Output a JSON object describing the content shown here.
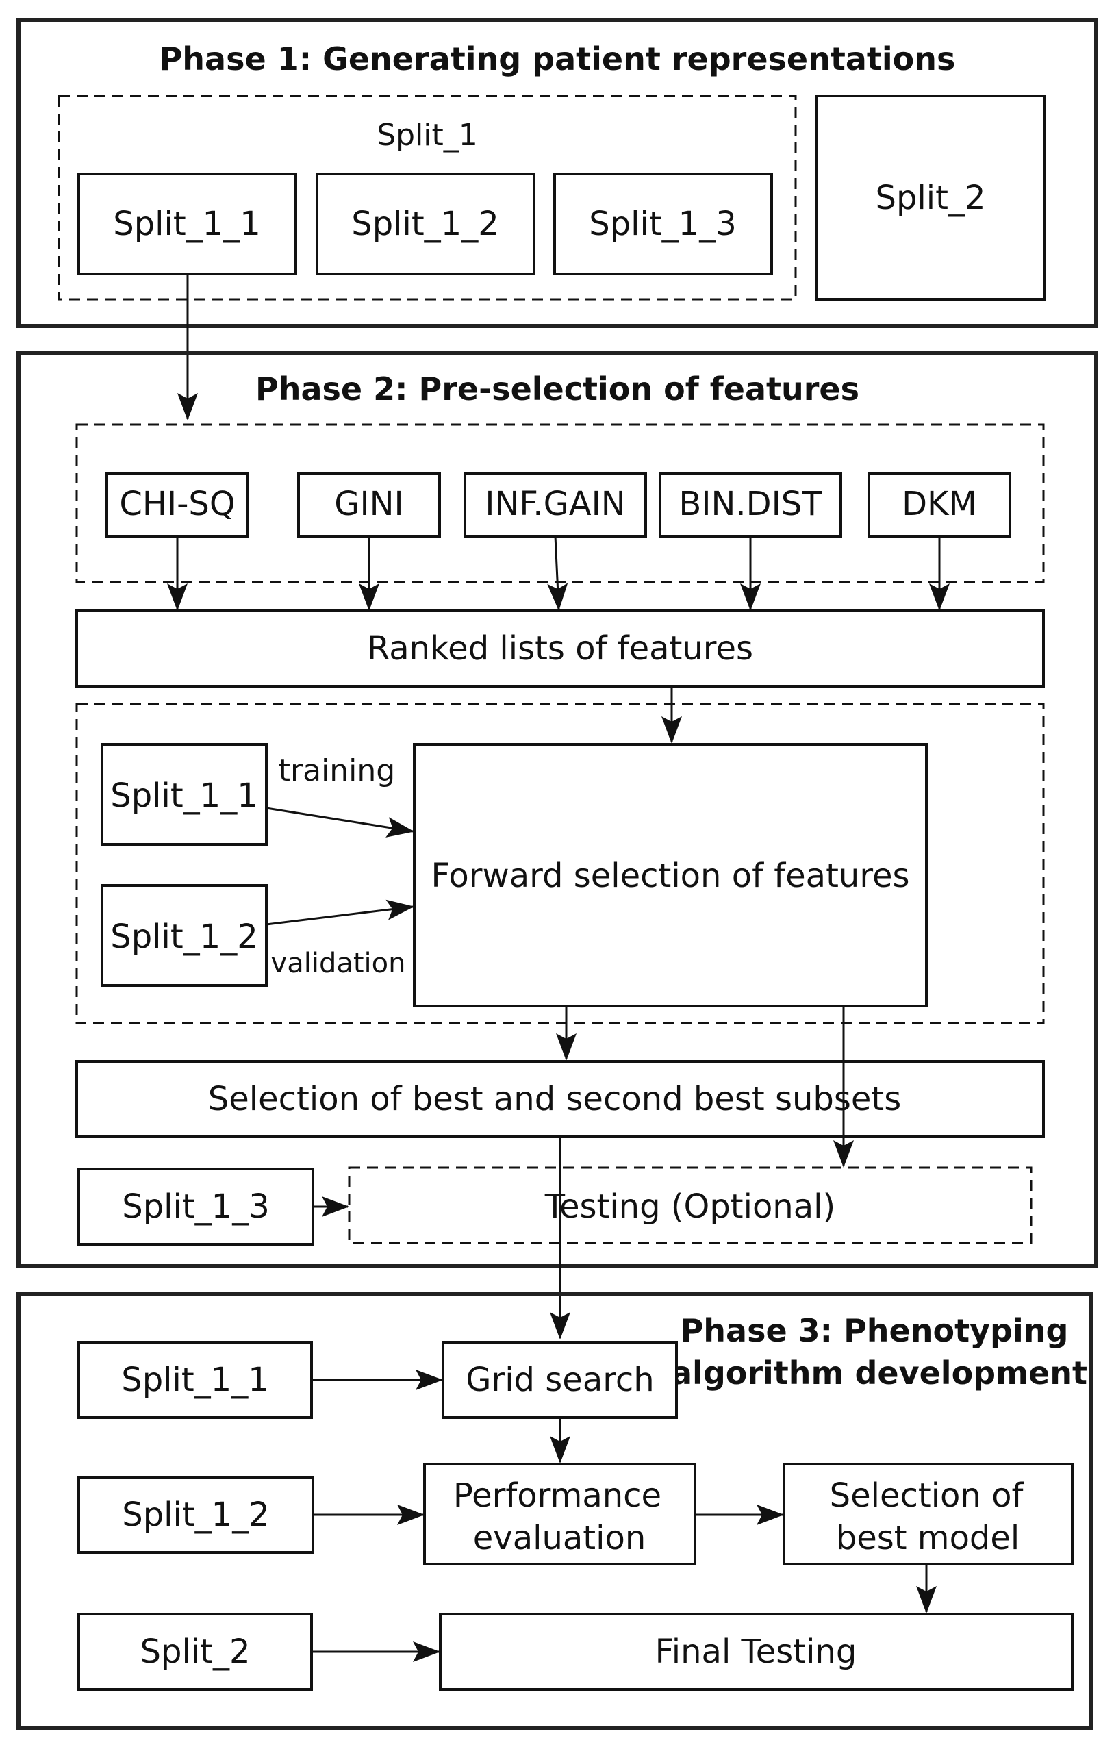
{
  "phase1": {
    "title": "Phase 1: Generating patient representations",
    "split1_group_label": "Split_1",
    "boxes": [
      "Split_1_1",
      "Split_1_2",
      "Split_1_3"
    ],
    "split2": "Split_2"
  },
  "phase2": {
    "title": "Phase 2: Pre-selection of features",
    "methods": [
      "CHI-SQ",
      "GINI",
      "INF.GAIN",
      "BIN.DIST",
      "DKM"
    ],
    "ranked": "Ranked lists of features",
    "fs_split_train": "Split_1_1",
    "fs_split_val": "Split_1_2",
    "training_label": "training",
    "validation_label": "validation",
    "forward": "Forward selection of features",
    "selection": "Selection of best and second best subsets",
    "test_split": "Split_1_3",
    "testing": "Testing (Optional)"
  },
  "phase3": {
    "title_line1": "Phase 3: Phenotyping",
    "title_line2": "algorithm development",
    "split_a": "Split_1_1",
    "split_b": "Split_1_2",
    "split_c": "Split_2",
    "grid": "Grid search",
    "perf_line1": "Performance",
    "perf_line2": "evaluation",
    "best_line1": "Selection of",
    "best_line2": "best model",
    "final": "Final Testing"
  }
}
